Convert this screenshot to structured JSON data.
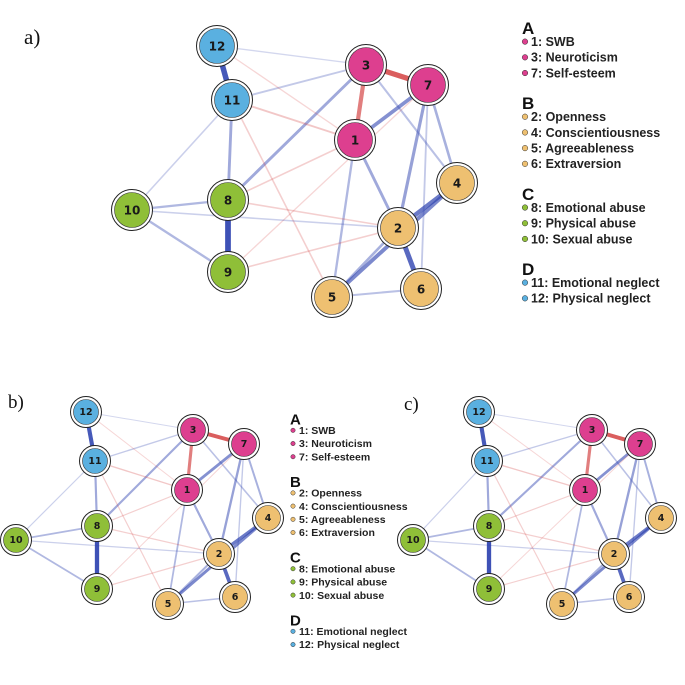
{
  "colors": {
    "A": "#dd3f8f",
    "B": "#eec071",
    "C": "#8fbf38",
    "D": "#5ab0e0",
    "positive_edge": "#2f44b0",
    "negative_edge": "#d33f3f"
  },
  "legend": [
    {
      "group": "A",
      "items": [
        {
          "id": 1,
          "label": "1: SWB"
        },
        {
          "id": 3,
          "label": "3: Neuroticism"
        },
        {
          "id": 7,
          "label": "7: Self-esteem"
        }
      ]
    },
    {
      "group": "B",
      "items": [
        {
          "id": 2,
          "label": "2: Openness"
        },
        {
          "id": 4,
          "label": "4: Conscientiousness"
        },
        {
          "id": 5,
          "label": "5: Agreeableness"
        },
        {
          "id": 6,
          "label": "6: Extraversion"
        }
      ]
    },
    {
      "group": "C",
      "items": [
        {
          "id": 8,
          "label": "8: Emotional abuse"
        },
        {
          "id": 9,
          "label": "9: Physical abuse"
        },
        {
          "id": 10,
          "label": "10: Sexual abuse"
        }
      ]
    },
    {
      "group": "D",
      "items": [
        {
          "id": 11,
          "label": "11: Emotional neglect"
        },
        {
          "id": 12,
          "label": "12: Physical neglect"
        }
      ]
    }
  ],
  "nodes": [
    {
      "id": 1,
      "label": "1",
      "group": "A"
    },
    {
      "id": 2,
      "label": "2",
      "group": "B"
    },
    {
      "id": 3,
      "label": "3",
      "group": "A"
    },
    {
      "id": 4,
      "label": "4",
      "group": "B"
    },
    {
      "id": 5,
      "label": "5",
      "group": "B"
    },
    {
      "id": 6,
      "label": "6",
      "group": "B"
    },
    {
      "id": 7,
      "label": "7",
      "group": "A"
    },
    {
      "id": 8,
      "label": "8",
      "group": "C"
    },
    {
      "id": 9,
      "label": "9",
      "group": "C"
    },
    {
      "id": 10,
      "label": "10",
      "group": "C"
    },
    {
      "id": 11,
      "label": "11",
      "group": "D"
    },
    {
      "id": 12,
      "label": "12",
      "group": "D"
    }
  ],
  "edges": [
    {
      "from": 11,
      "to": 12,
      "sign": "+",
      "weight": 0.9
    },
    {
      "from": 8,
      "to": 9,
      "sign": "+",
      "weight": 0.95
    },
    {
      "from": 3,
      "to": 7,
      "sign": "-",
      "weight": 0.85
    },
    {
      "from": 3,
      "to": 1,
      "sign": "-",
      "weight": 0.65
    },
    {
      "from": 2,
      "to": 6,
      "sign": "+",
      "weight": 0.8
    },
    {
      "from": 2,
      "to": 4,
      "sign": "+",
      "weight": 0.7
    },
    {
      "from": 5,
      "to": 4,
      "sign": "+",
      "weight": 0.6
    },
    {
      "from": 1,
      "to": 7,
      "sign": "+",
      "weight": 0.55
    },
    {
      "from": 7,
      "to": 2,
      "sign": "+",
      "weight": 0.45
    },
    {
      "from": 1,
      "to": 2,
      "sign": "+",
      "weight": 0.4
    },
    {
      "from": 11,
      "to": 8,
      "sign": "+",
      "weight": 0.4
    },
    {
      "from": 8,
      "to": 3,
      "sign": "+",
      "weight": 0.4
    },
    {
      "from": 10,
      "to": 8,
      "sign": "+",
      "weight": 0.3
    },
    {
      "from": 10,
      "to": 9,
      "sign": "+",
      "weight": 0.3
    },
    {
      "from": 7,
      "to": 4,
      "sign": "+",
      "weight": 0.35
    },
    {
      "from": 1,
      "to": 5,
      "sign": "+",
      "weight": 0.3
    },
    {
      "from": 5,
      "to": 2,
      "sign": "+",
      "weight": 0.35
    },
    {
      "from": 5,
      "to": 6,
      "sign": "+",
      "weight": 0.25
    },
    {
      "from": 3,
      "to": 4,
      "sign": "+",
      "weight": 0.25
    },
    {
      "from": 11,
      "to": 3,
      "sign": "+",
      "weight": 0.2
    },
    {
      "from": 11,
      "to": 1,
      "sign": "-",
      "weight": 0.2
    },
    {
      "from": 8,
      "to": 1,
      "sign": "-",
      "weight": 0.15
    },
    {
      "from": 9,
      "to": 2,
      "sign": "-",
      "weight": 0.15
    },
    {
      "from": 10,
      "to": 11,
      "sign": "+",
      "weight": 0.15
    },
    {
      "from": 12,
      "to": 3,
      "sign": "+",
      "weight": 0.1
    },
    {
      "from": 11,
      "to": 5,
      "sign": "-",
      "weight": 0.15
    },
    {
      "from": 8,
      "to": 2,
      "sign": "-",
      "weight": 0.15
    },
    {
      "from": 9,
      "to": 7,
      "sign": "-",
      "weight": 0.1
    },
    {
      "from": 7,
      "to": 6,
      "sign": "+",
      "weight": 0.2
    },
    {
      "from": 10,
      "to": 2,
      "sign": "+",
      "weight": 0.15
    },
    {
      "from": 12,
      "to": 1,
      "sign": "-",
      "weight": 0.1
    }
  ],
  "panels": [
    {
      "id": "a",
      "letter": "a)",
      "show_legend": true
    },
    {
      "id": "b",
      "letter": "b)",
      "show_legend": true
    },
    {
      "id": "c",
      "letter": "c)",
      "show_legend": false
    }
  ]
}
